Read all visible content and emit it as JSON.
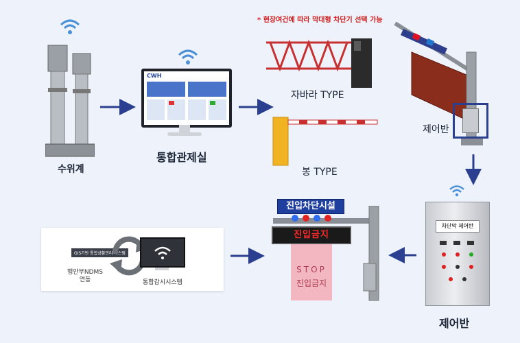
{
  "note": "* 현장여건에 따라 막대형 차단기 선택 가능",
  "labels": {
    "water_gauge": "수위계",
    "control_room": "통합관제실",
    "zabara_type": "자바라 TYPE",
    "bong_type": "봉 TYPE",
    "control_panel_top": "제어반",
    "control_panel_bottom": "제어반",
    "ndms_link": "행안부NDMS\n연동",
    "monitoring_system": "통합감시시스템",
    "gis_window": "GIS기반 통합상황관리 시스템"
  },
  "signage": {
    "entry_block": "진입차단시설",
    "led_message": "진입금지",
    "stop_word": "STOP",
    "stop_sub": "진입금지",
    "cabinet_label": "차단막 제어반"
  },
  "monitor_logo": "CWH",
  "colors": {
    "arrow": "#2a3f8f",
    "highlight_box": "#2a3f8f",
    "note": "#d21b1b",
    "wifi": "#4a90d9"
  }
}
